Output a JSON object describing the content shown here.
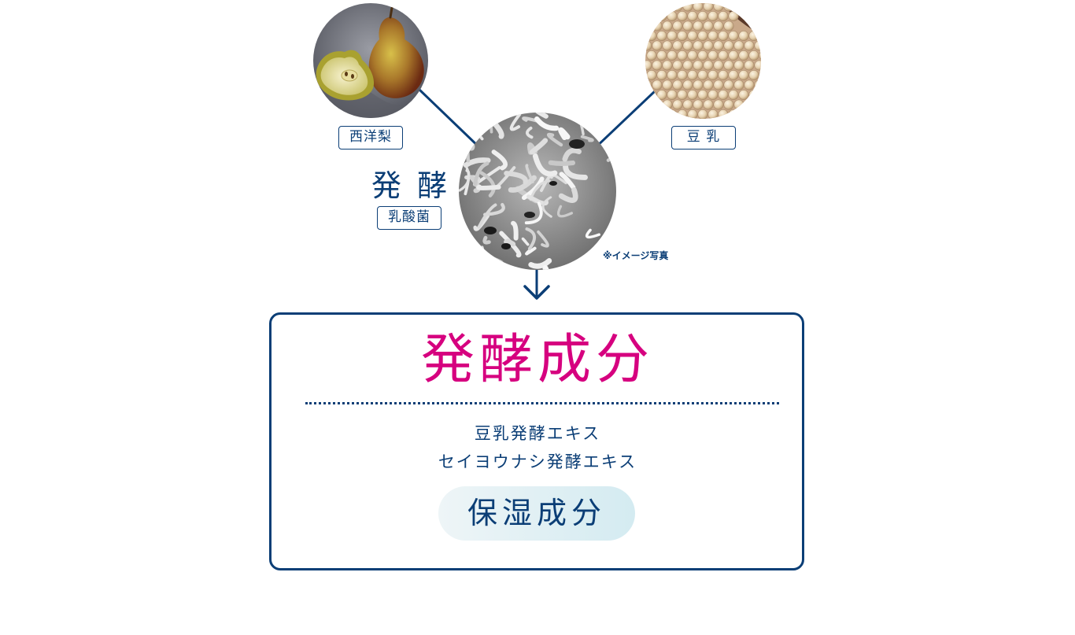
{
  "colors": {
    "navy": "#0b3e76",
    "magenta": "#d6007f",
    "pill_gradient_start": "#eef5f7",
    "pill_gradient_end": "#d4ebf1"
  },
  "sources": {
    "pear": {
      "label": "西洋梨",
      "image": "pear-photo"
    },
    "soymilk": {
      "label": "豆 乳",
      "image": "soybeans-photo"
    }
  },
  "ferment": {
    "title": "発 酵",
    "agent_label": "乳酸菌",
    "image": "lactic-acid-bacteria-micrograph",
    "image_note": "※イメージ写真"
  },
  "result": {
    "title": "発酵成分",
    "ingredients": [
      "豆乳発酵エキス",
      "セイヨウナシ発酵エキス"
    ],
    "badge": "保湿成分"
  }
}
